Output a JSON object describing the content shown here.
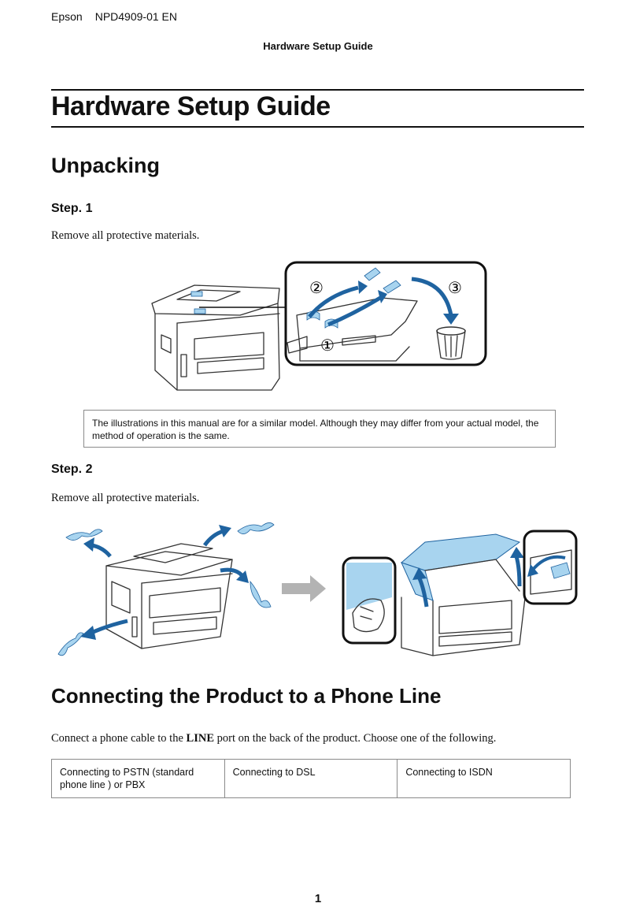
{
  "header": {
    "brand": "Epson",
    "doc_id": "NPD4909-01 EN",
    "running_title": "Hardware Setup Guide"
  },
  "title": "Hardware Setup Guide",
  "unpacking": {
    "heading": "Unpacking",
    "step1": {
      "label": "Step. 1",
      "text": "Remove all protective materials."
    },
    "figure1": {
      "callout_numbers": [
        "②",
        "①",
        "③"
      ]
    },
    "note": "The illustrations in this manual are for a similar model. Although they may differ from your actual model, the method of operation is the same.",
    "step2": {
      "label": "Step. 2",
      "text": "Remove all protective materials."
    }
  },
  "connecting": {
    "heading": "Connecting the Product to a Phone Line",
    "intro_before": "Connect a phone cable to the ",
    "intro_bold": "LINE",
    "intro_after": " port on the back of the product. Choose one of the following.",
    "options": [
      "Connecting to PSTN (standard phone line ) or PBX",
      "Connecting to DSL",
      "Connecting to ISDN"
    ]
  },
  "footer": {
    "page_number": "1"
  },
  "colors": {
    "accent_blue": "#1f63a0",
    "tape_blue": "#a8d4ef",
    "arrow_gray": "#b3b3b3"
  }
}
